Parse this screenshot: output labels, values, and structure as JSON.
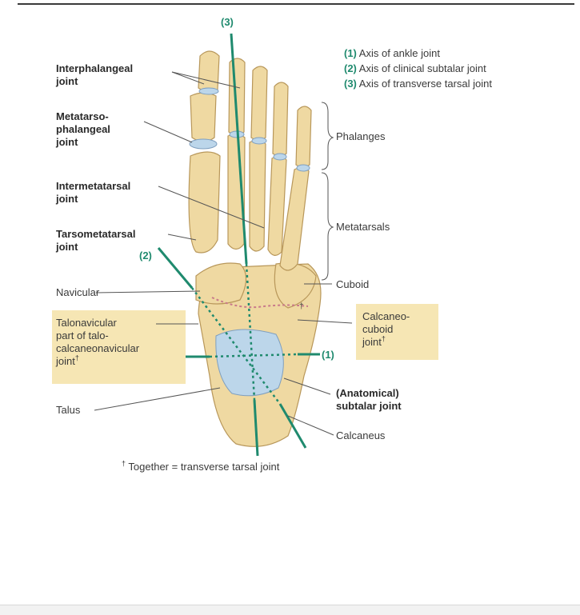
{
  "legend": [
    {
      "num": "(1)",
      "text": "Axis of ankle joint"
    },
    {
      "num": "(2)",
      "text": "Axis of clinical subtalar joint"
    },
    {
      "num": "(3)",
      "text": "Axis of transverse tarsal joint"
    }
  ],
  "axis_marks": {
    "one": "(1)",
    "two": "(2)",
    "three": "(3)"
  },
  "left_labels": {
    "interphalangeal": [
      "Interphalangeal",
      "joint"
    ],
    "metatarsophalangeal": [
      "Metatarso-",
      "phalangeal",
      "joint"
    ],
    "intermetatarsal": [
      "Intermetatarsal",
      "joint"
    ],
    "tarsometatarsal": [
      "Tarsometatarsal",
      "joint"
    ],
    "navicular": "Navicular",
    "talonavicular": [
      "Talonavicular",
      "part of talo-",
      "calcaneonavicular",
      "joint"
    ],
    "talus": "Talus"
  },
  "right_labels": {
    "phalanges": "Phalanges",
    "metatarsals": "Metatarsals",
    "cuboid": "Cuboid",
    "calcaneocuboid": [
      "Calcaneo-",
      "cuboid",
      "joint"
    ],
    "subtalar": [
      "(Anatomical)",
      "subtalar joint"
    ],
    "calcaneus": "Calcaneus"
  },
  "dagger": "†",
  "footnote": "Together = transverse tarsal joint",
  "colors": {
    "bone": "#efd9a2",
    "bone_dark": "#c9a866",
    "cartilage": "#bcd6ea",
    "axis": "#1f8a6e",
    "highlight": "#f6e6b4"
  }
}
